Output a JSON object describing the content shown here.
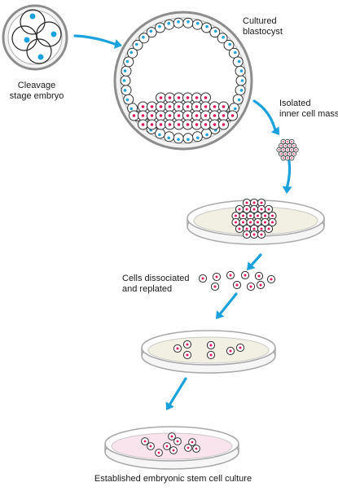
{
  "labels": {
    "cleavage_line1": "Cleavage",
    "cleavage_line2": "stage embryo",
    "blastocyst_line1": "Cultured",
    "blastocyst_line2": "blastocyst",
    "icm_line1": "Isolated",
    "icm_line2": "inner cell mass",
    "dissociated_line1": "Cells dissociated",
    "dissociated_line2": "and replated",
    "final": "Established embryonic stem cell culture"
  },
  "colors": {
    "arrow": "#1ba1dc",
    "nucleus_blue": "#1ba1dc",
    "nucleus_pink": "#e0135e",
    "cell_outline": "#333333",
    "ring": "#9a9a9a",
    "dish_medium_plain": "#f1f0e2",
    "dish_medium_pink": "#f9e4ee"
  }
}
